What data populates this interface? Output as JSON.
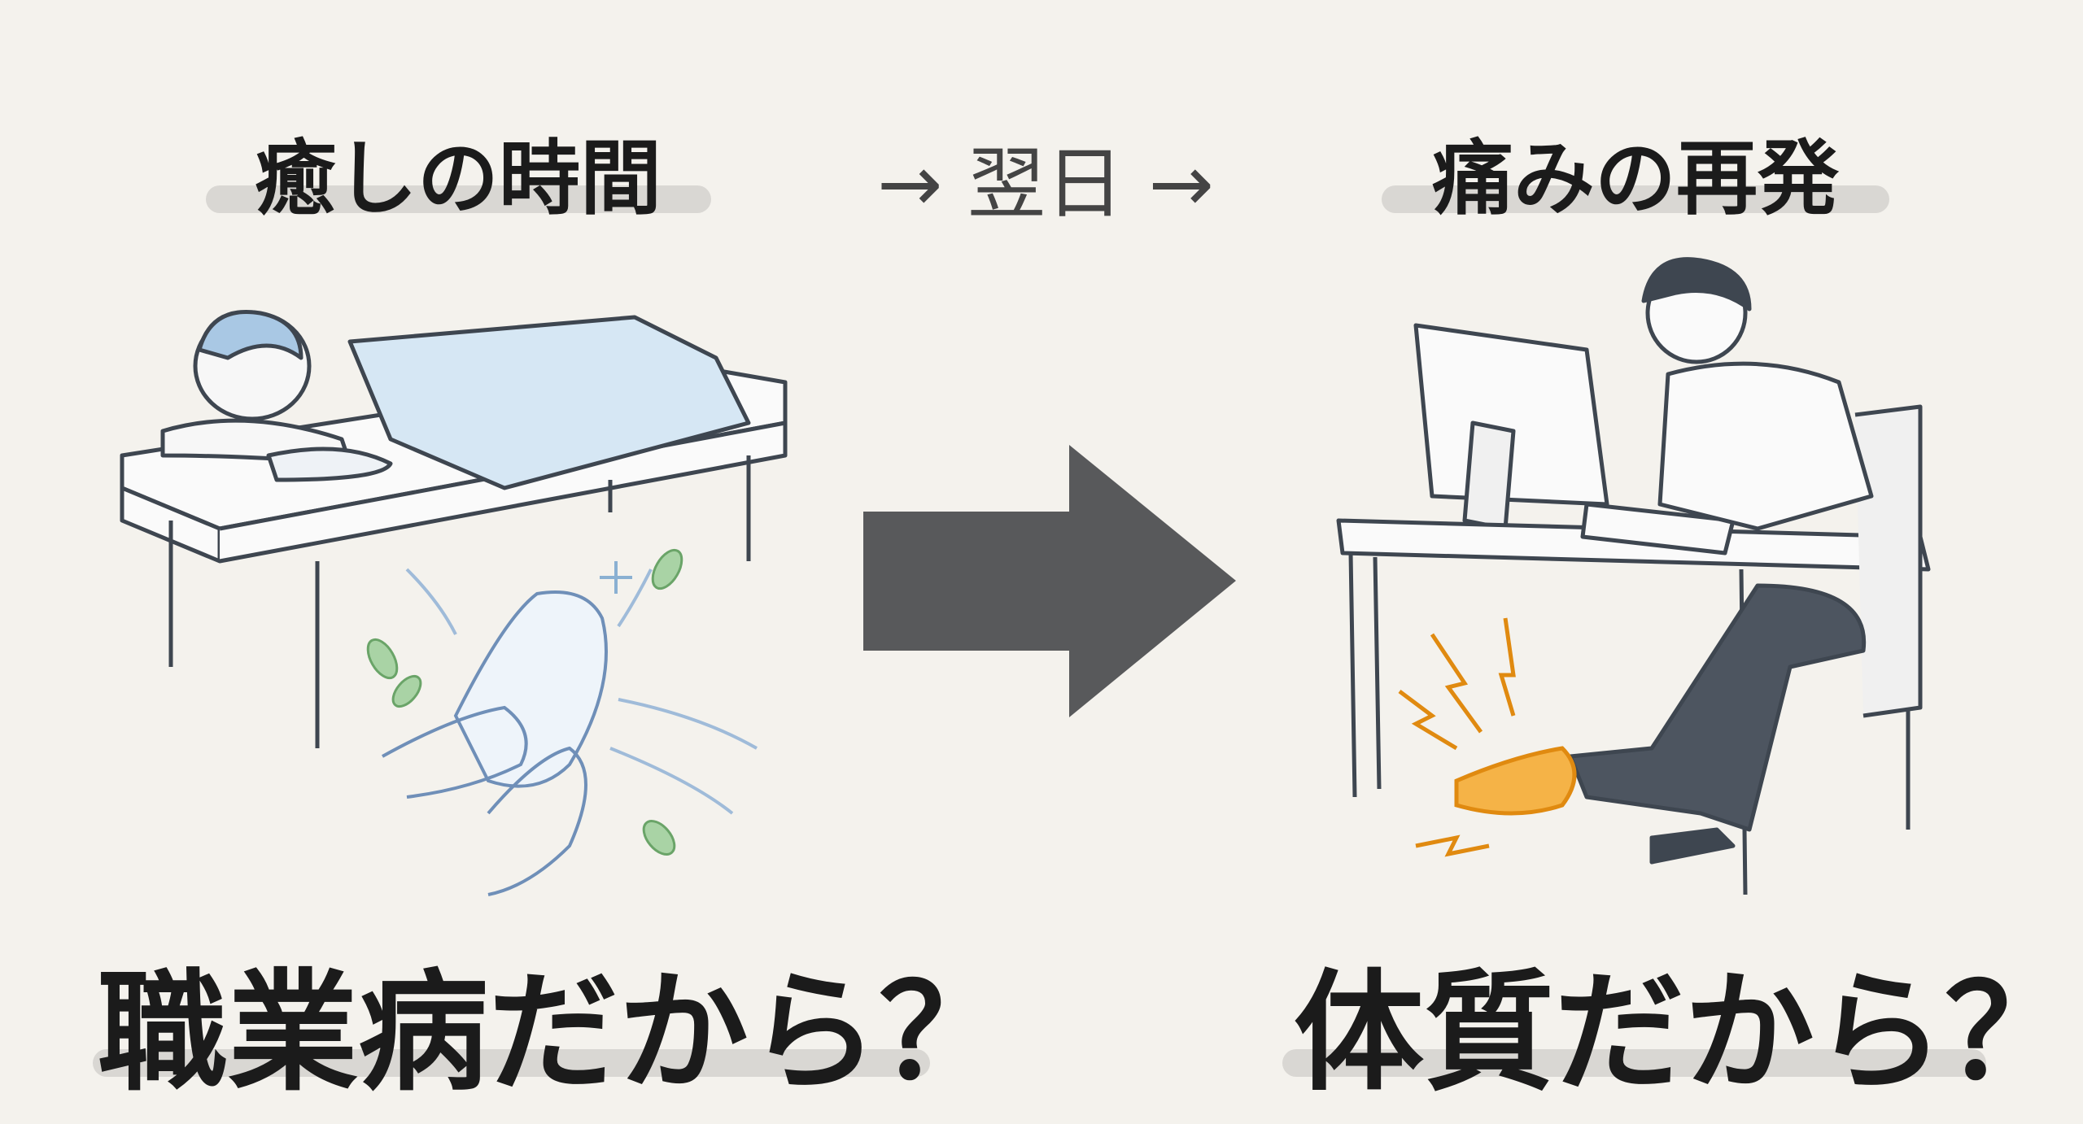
{
  "top_left_label": "癒しの時間",
  "top_middle_label": "→ 翌日 →",
  "top_right_label": "痛みの再発",
  "bottom_left_question": "職業病だから？",
  "bottom_right_question": "体質だから？",
  "colors": {
    "background": "#f4f2ed",
    "highlight": "#d9d7d3",
    "arrow": "#58595b",
    "pain_accent": "#f5a623",
    "relax_blue": "#cfe3f2",
    "leaf_green": "#8cc08a"
  }
}
